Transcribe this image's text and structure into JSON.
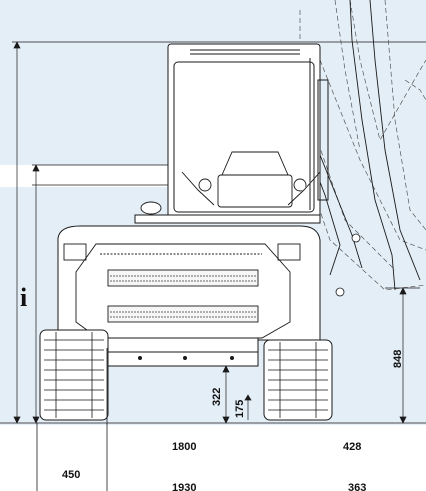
{
  "drawing": {
    "height_marker": "i",
    "dimensions": {
      "track_gauge": "1800",
      "overall_width": "1930",
      "track_width": "450",
      "side_offset_1": "428",
      "side_offset_2": "363",
      "blade_height": "848",
      "ground_clearance": "322",
      "blade_depth": "175"
    }
  },
  "colors": {
    "panel_fill": "#e3eef7",
    "line": "#1a1a1a",
    "background": "#ffffff"
  }
}
